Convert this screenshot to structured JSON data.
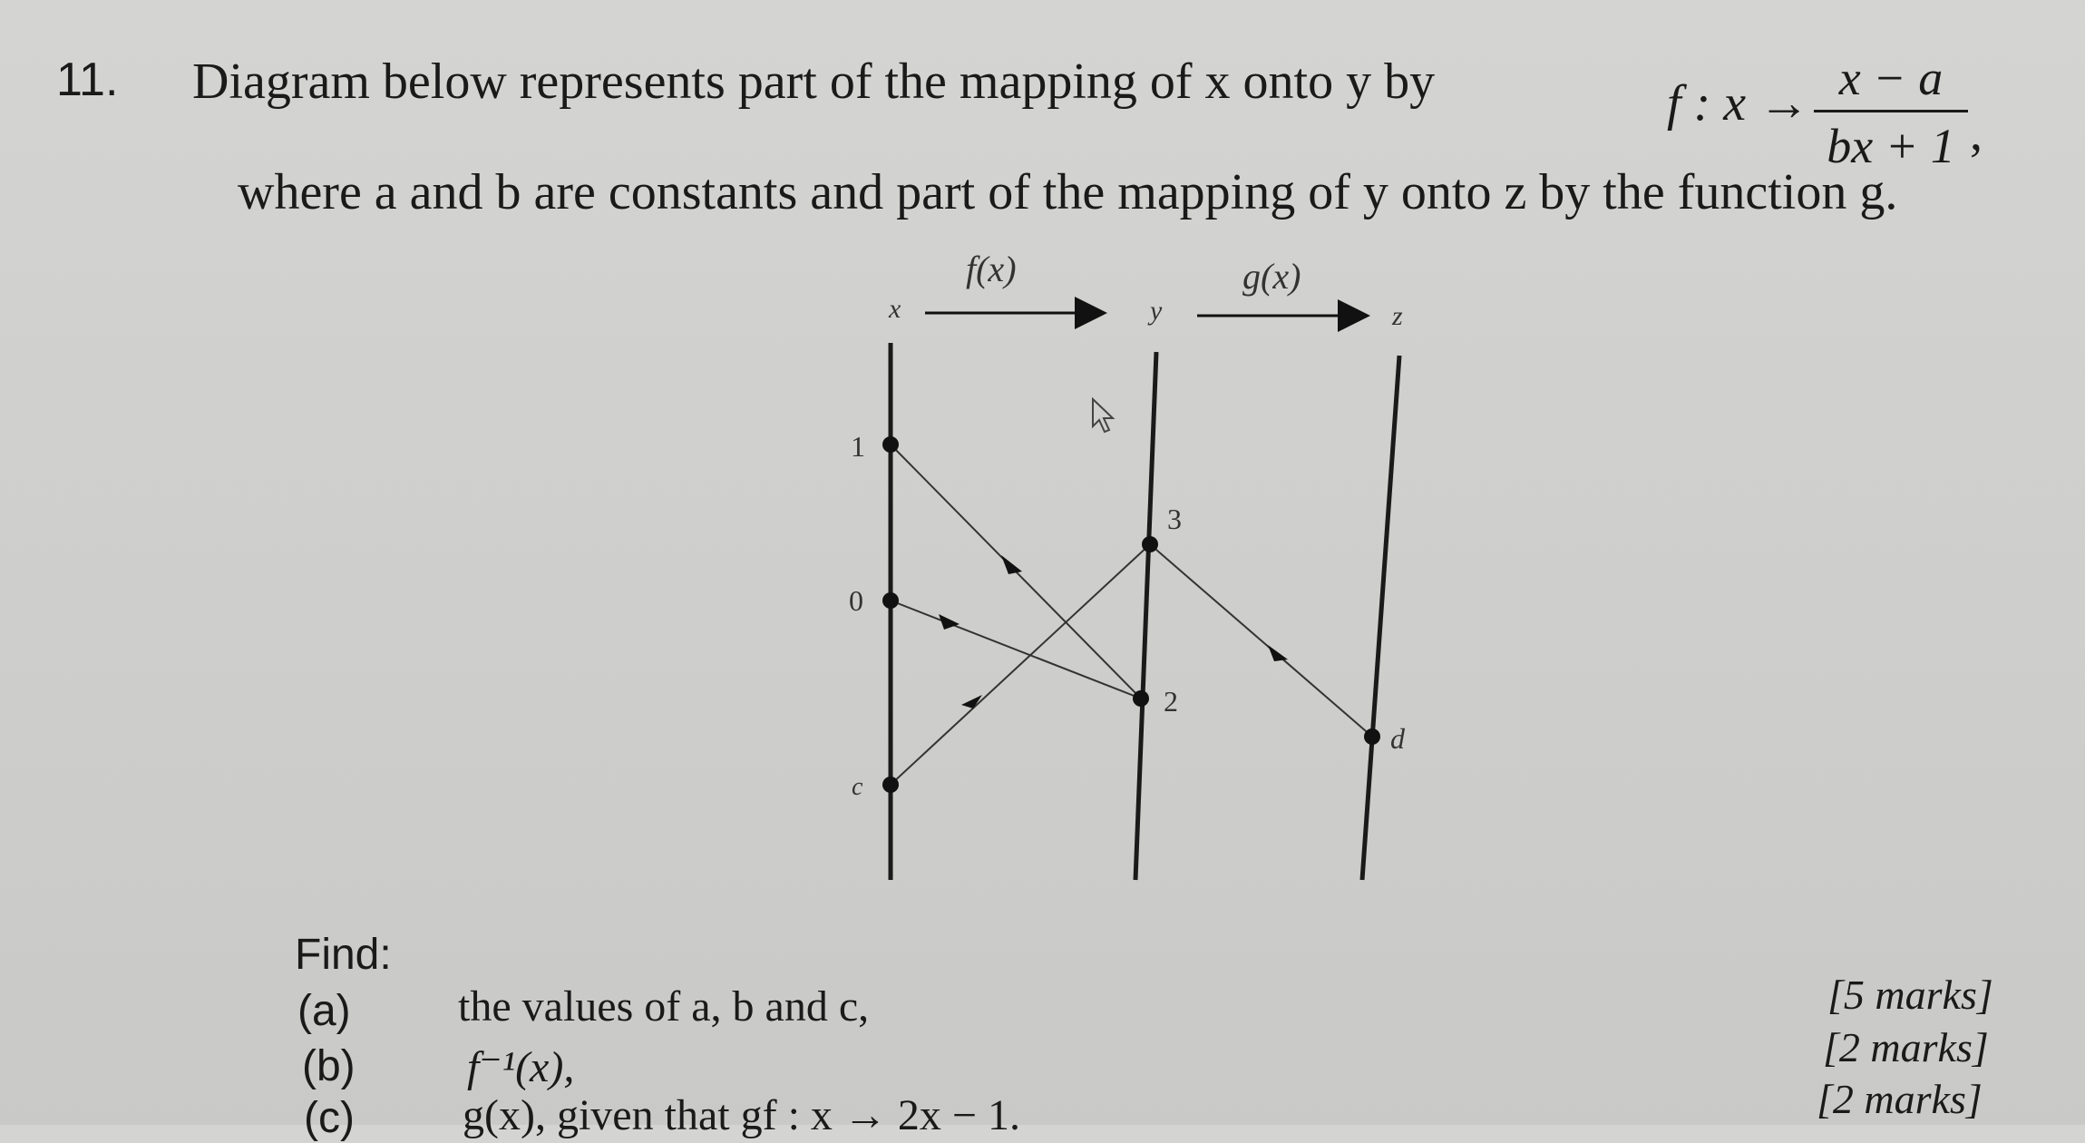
{
  "question": {
    "number": "11.",
    "line1": "Diagram below represents part of the mapping of x onto y by",
    "function_lhs": "f : x →",
    "function_numerator": "x − a",
    "function_denominator": "bx + 1",
    "comma": ",",
    "line2": "where a and b are constants and part of the mapping of y onto z by the function g."
  },
  "diagram": {
    "header_x": "x",
    "header_fx": "f(x)",
    "header_y": "y",
    "header_gx": "g(x)",
    "header_z": "z",
    "x_labels": [
      "1",
      "0",
      "c"
    ],
    "y_labels": [
      "3",
      "2"
    ],
    "z_labels": [
      "d"
    ]
  },
  "find": {
    "label": "Find:",
    "parts": [
      {
        "label": "(a)",
        "text": "the values of a, b and c,",
        "marks": "[5 marks]"
      },
      {
        "label": "(b)",
        "text": "f⁻¹(x),",
        "marks": "[2 marks]"
      },
      {
        "label": "(c)",
        "text": "g(x), given that gf : x → 2x − 1.",
        "marks": "[2 marks]"
      }
    ]
  }
}
